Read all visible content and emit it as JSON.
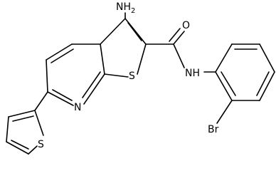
{
  "molecule": {
    "atoms": {
      "amine": "NH",
      "amine_subscript": "2",
      "carbonyl_oxygen": "O",
      "amide_nitrogen": "NH",
      "ring_sulfur": "S",
      "pyridine_nitrogen": "N",
      "thiophene_sulfur": "S",
      "bromine": "Br"
    }
  },
  "colors": {
    "bond": "#000000",
    "label": "#000000",
    "background": "#ffffff"
  }
}
